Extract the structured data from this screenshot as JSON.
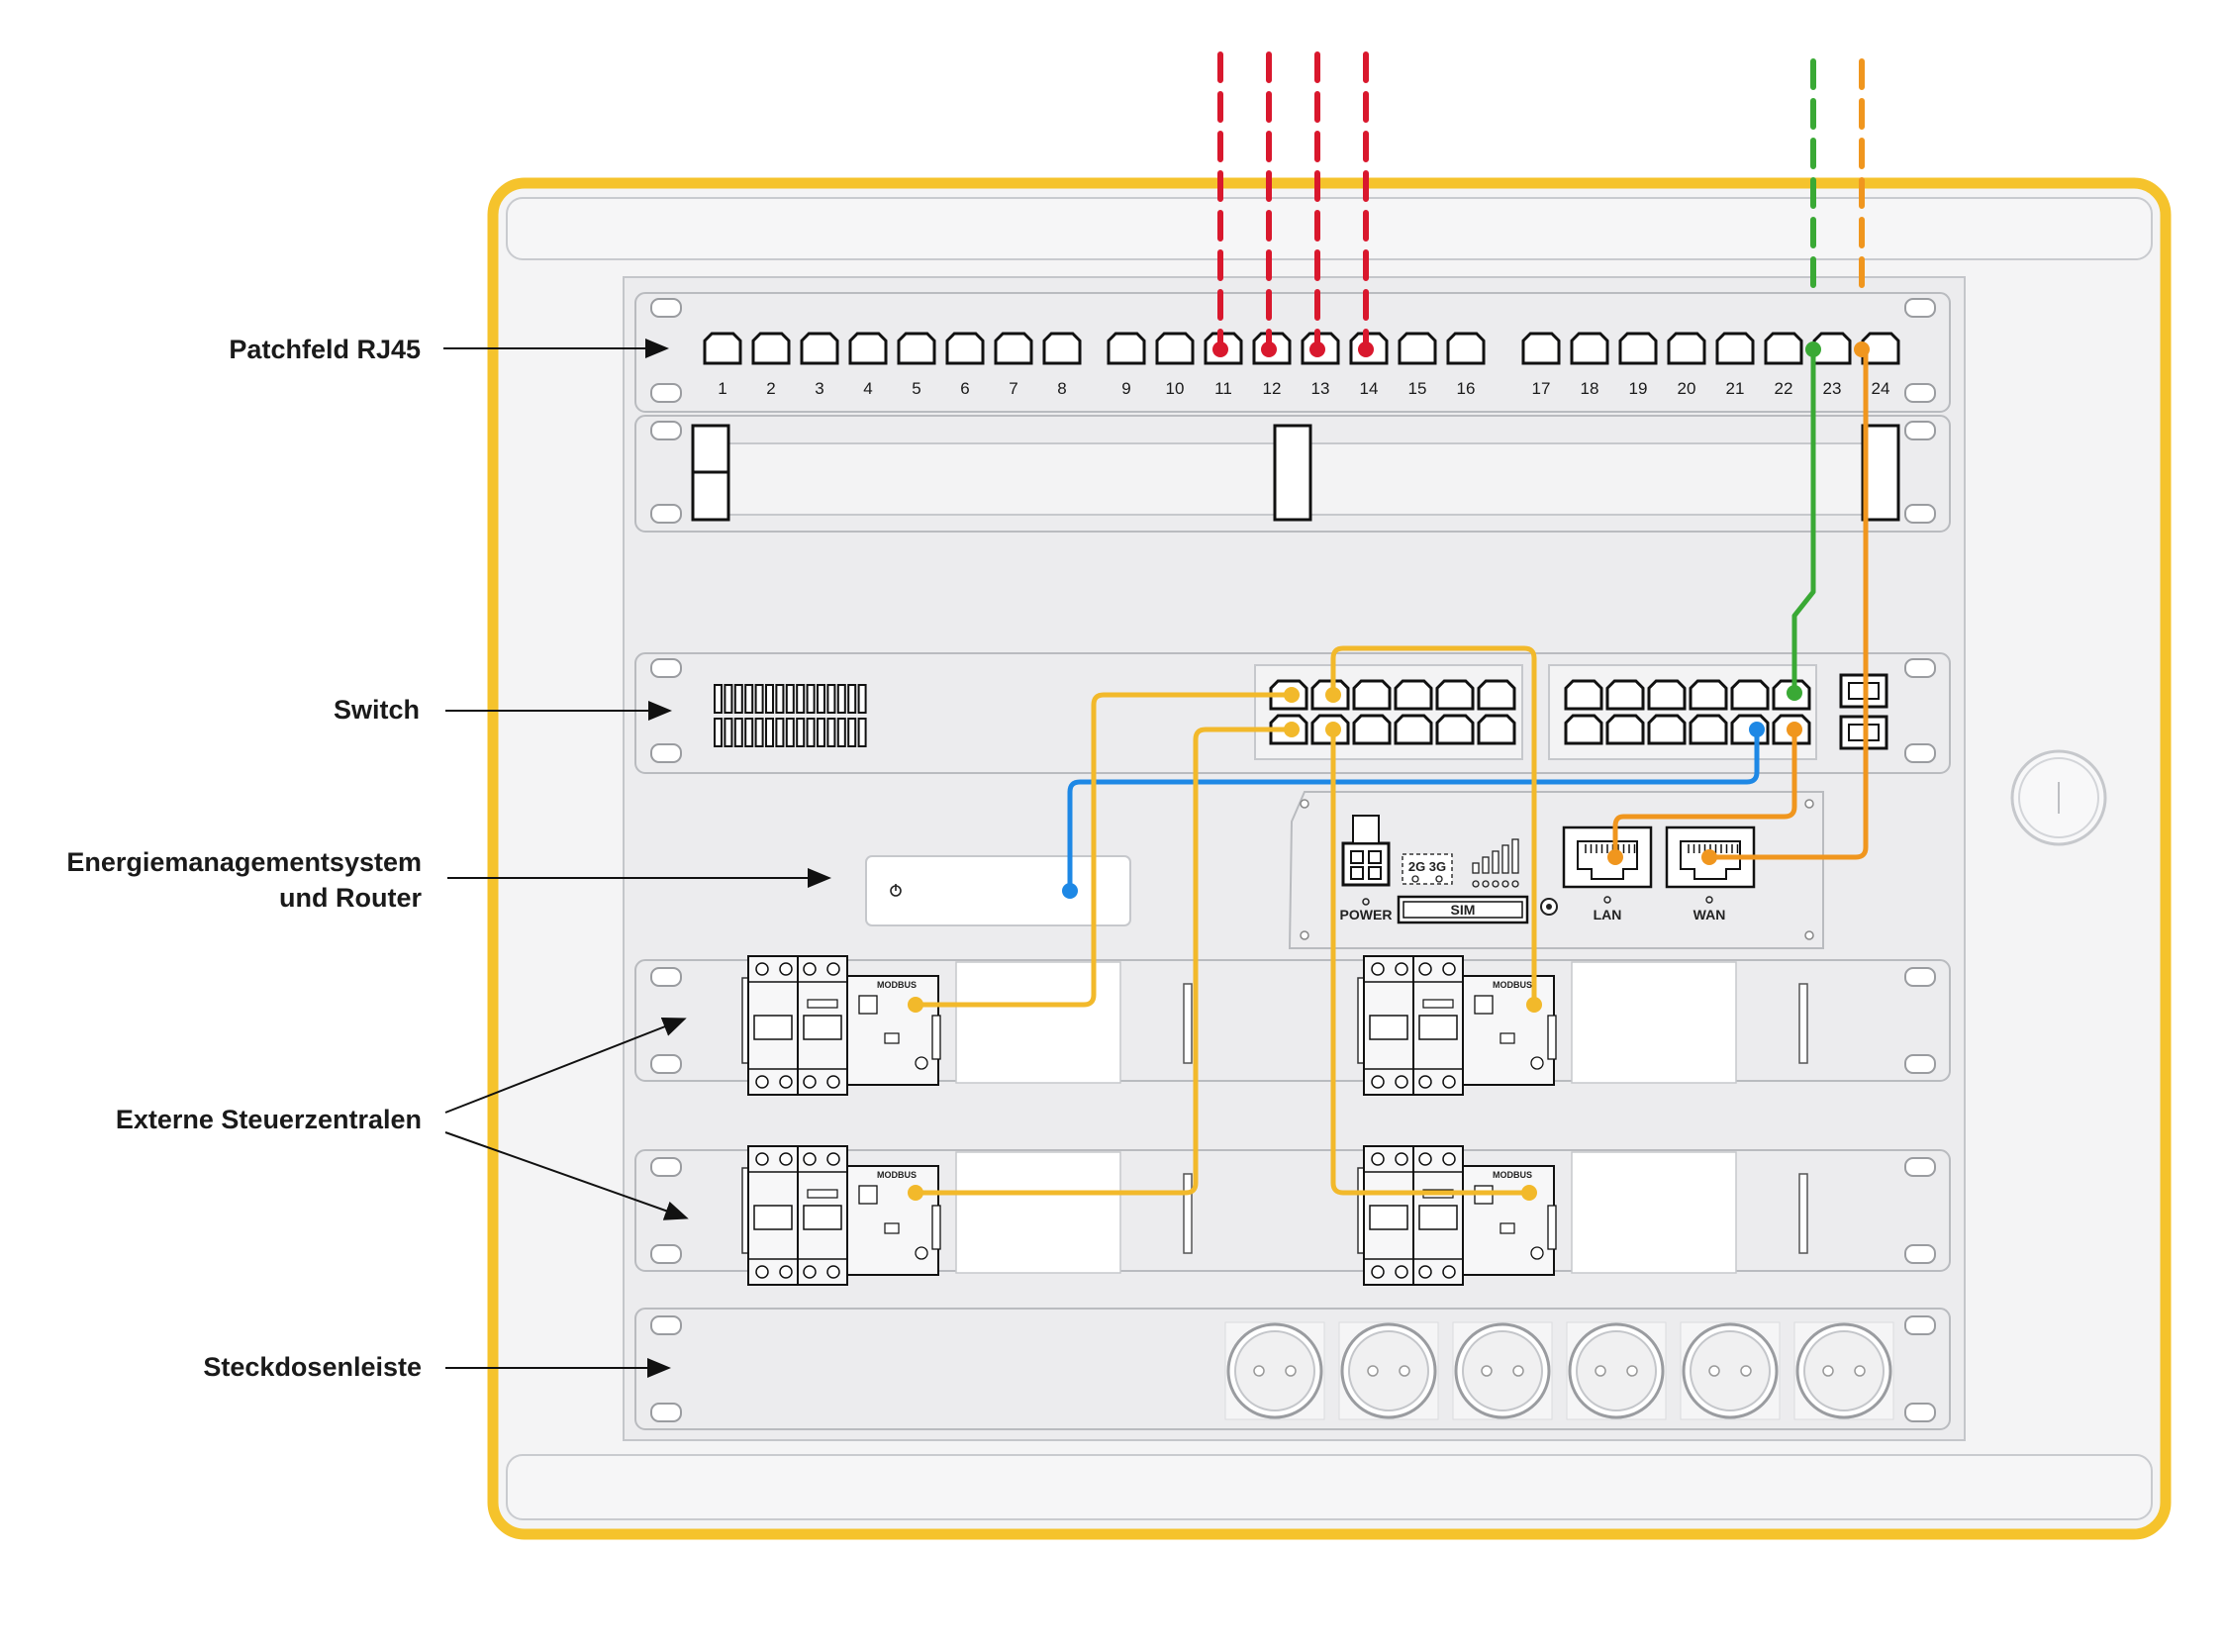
{
  "labels": {
    "patchfeld": "Patchfeld RJ45",
    "switch": "Switch",
    "ems_line1": "Energiemanagementsystem",
    "ems_line2": "und Router",
    "steuer": "Externe Steuerzentralen",
    "steckdosen": "Steckdosenleiste"
  },
  "patch_ports": [
    "1",
    "2",
    "3",
    "4",
    "5",
    "6",
    "7",
    "8",
    "9",
    "10",
    "11",
    "12",
    "13",
    "14",
    "15",
    "16",
    "17",
    "18",
    "19",
    "20",
    "21",
    "22",
    "23",
    "24"
  ],
  "router": {
    "power": "POWER",
    "sim": "SIM",
    "net": "2G 3G",
    "lan": "LAN",
    "wan": "WAN"
  },
  "module_label": "MODBUS",
  "colors": {
    "cabinet_frame": "#F5C32C",
    "cable_yellow": "#F2B92B",
    "cable_orange": "#F0961E",
    "cable_green": "#3AA935",
    "cable_blue": "#1E88E5",
    "cable_red": "#D9182D"
  }
}
